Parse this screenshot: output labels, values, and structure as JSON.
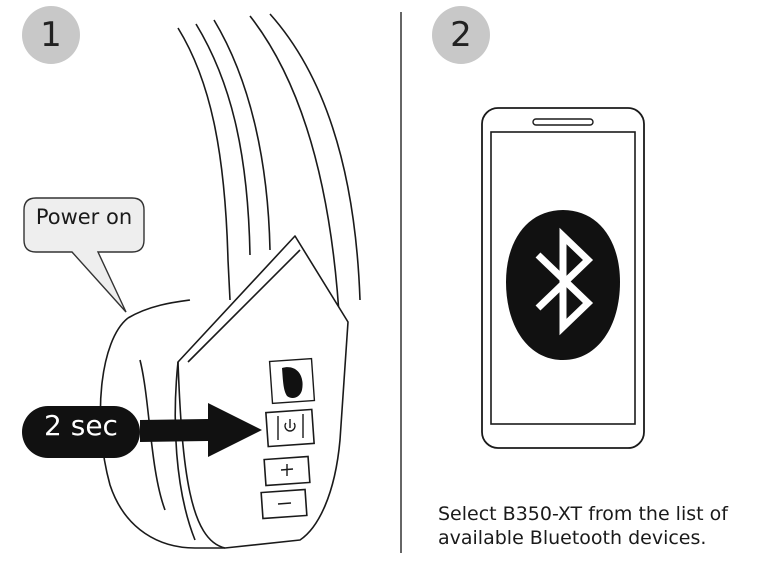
{
  "steps": [
    {
      "number": "1",
      "callout": "Power on",
      "hold_label": "2 sec"
    },
    {
      "number": "2",
      "caption_line1": "Select B350-XT from the list of",
      "caption_line2": "available Bluetooth devices."
    }
  ],
  "icons": [
    "power-icon",
    "plus-icon",
    "minus-icon",
    "bluetooth-icon",
    "parrot-logo"
  ],
  "colors": {
    "badge": "#c8c8c8",
    "ink": "#111111",
    "callout_fill": "#eeeeee"
  }
}
